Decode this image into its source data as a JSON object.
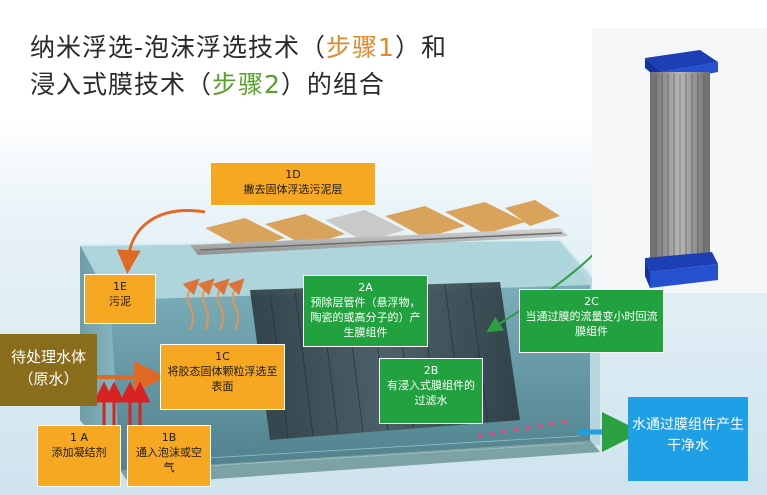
{
  "title": {
    "line1_prefix": "纳米浮选-泡沫浮选技术（",
    "line1_step": "步骤1",
    "line1_suffix": "）和",
    "line2_prefix": "浸入式膜技术（",
    "line2_step": "步骤2",
    "line2_suffix": "）的组合"
  },
  "labels": {
    "1D": {
      "code": "1D",
      "text": "撇去固体浮选污泥层"
    },
    "1E": {
      "code": "1E",
      "text": "污泥"
    },
    "1C": {
      "code": "1C",
      "text": "将胶态固体颗粒浮选至表面"
    },
    "1A": {
      "code": "1 A",
      "text": "添加凝结剂"
    },
    "1B": {
      "code": "1B",
      "text": "通入泡沫或空气"
    },
    "2A": {
      "code": "2A",
      "text": "预除层管件（悬浮物，陶瓷的或高分子的）产生膜组件"
    },
    "2B": {
      "code": "2B",
      "text": "有浸入式膜组件的过滤水"
    },
    "2C": {
      "code": "2C",
      "text": "当通过膜的流量变小时回流膜组件"
    },
    "raw_water": "待处理水体（原水）",
    "clean_water": "水通过膜组件产生干净水"
  },
  "colors": {
    "orange_box": "#f7a823",
    "green_box": "#22a23f",
    "raw_water_box": "#8a6d1c",
    "clean_water_box": "#1fa0e6",
    "title_step1": "#e08a2c",
    "title_step2": "#5aa02c",
    "membrane_frame": "#1d3fb5"
  }
}
